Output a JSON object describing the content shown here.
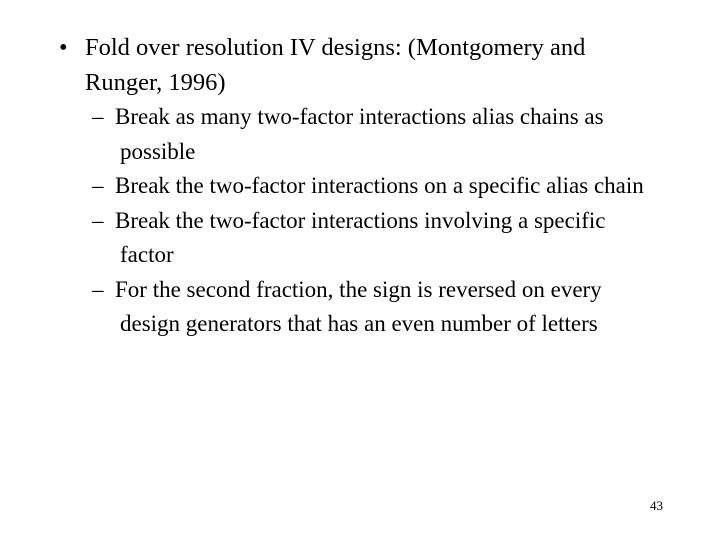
{
  "slide": {
    "background_color": "#ffffff",
    "text_color": "#000000",
    "page_number": "43",
    "bullets": [
      {
        "level": 1,
        "marker": "•",
        "marker_name": "round-bullet-icon",
        "text": "Fold over resolution IV designs: (Montgomery and Runger, 1996)"
      },
      {
        "level": 2,
        "marker": "–",
        "marker_name": "dash-bullet-icon",
        "text": "Break as many two-factor interactions alias chains as possible"
      },
      {
        "level": 2,
        "marker": "–",
        "marker_name": "dash-bullet-icon",
        "text": "Break the two-factor interactions on a specific alias chain"
      },
      {
        "level": 2,
        "marker": "–",
        "marker_name": "dash-bullet-icon",
        "text": "Break the two-factor interactions involving a specific factor"
      },
      {
        "level": 2,
        "marker": "–",
        "marker_name": "dash-bullet-icon",
        "text": "For the second fraction, the sign is reversed on every design generators that has an even number of letters"
      }
    ]
  }
}
